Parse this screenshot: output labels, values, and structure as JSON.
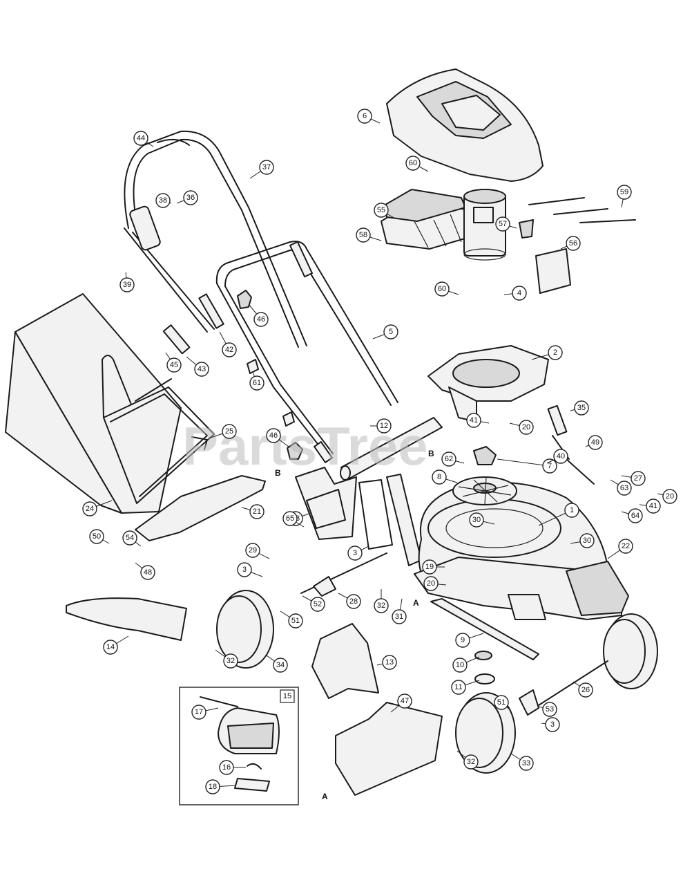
{
  "watermark": "PartsTree",
  "callouts": [
    {
      "id": "1",
      "label": "1"
    },
    {
      "id": "2",
      "label": "2"
    },
    {
      "id": "3a",
      "label": "3"
    },
    {
      "id": "3b",
      "label": "3"
    },
    {
      "id": "3c",
      "label": "3"
    },
    {
      "id": "4",
      "label": "4"
    },
    {
      "id": "5",
      "label": "5"
    },
    {
      "id": "6",
      "label": "6"
    },
    {
      "id": "7",
      "label": "7"
    },
    {
      "id": "8",
      "label": "8"
    },
    {
      "id": "9",
      "label": "9"
    },
    {
      "id": "10",
      "label": "10"
    },
    {
      "id": "11",
      "label": "11"
    },
    {
      "id": "12",
      "label": "12"
    },
    {
      "id": "13",
      "label": "13"
    },
    {
      "id": "14",
      "label": "14"
    },
    {
      "id": "15",
      "label": "15"
    },
    {
      "id": "16",
      "label": "16"
    },
    {
      "id": "17",
      "label": "17"
    },
    {
      "id": "18",
      "label": "18"
    },
    {
      "id": "19",
      "label": "19"
    },
    {
      "id": "20a",
      "label": "20"
    },
    {
      "id": "20b",
      "label": "20"
    },
    {
      "id": "20c",
      "label": "20"
    },
    {
      "id": "21",
      "label": "21"
    },
    {
      "id": "22",
      "label": "22"
    },
    {
      "id": "23",
      "label": "23"
    },
    {
      "id": "24",
      "label": "24"
    },
    {
      "id": "25",
      "label": "25"
    },
    {
      "id": "26",
      "label": "26"
    },
    {
      "id": "27",
      "label": "27"
    },
    {
      "id": "28",
      "label": "28"
    },
    {
      "id": "29",
      "label": "29"
    },
    {
      "id": "30a",
      "label": "30"
    },
    {
      "id": "30b",
      "label": "30"
    },
    {
      "id": "31",
      "label": "31"
    },
    {
      "id": "32a",
      "label": "32"
    },
    {
      "id": "32b",
      "label": "32"
    },
    {
      "id": "32c",
      "label": "32"
    },
    {
      "id": "33",
      "label": "33"
    },
    {
      "id": "34",
      "label": "34"
    },
    {
      "id": "35",
      "label": "35"
    },
    {
      "id": "36",
      "label": "36"
    },
    {
      "id": "37",
      "label": "37"
    },
    {
      "id": "38",
      "label": "38"
    },
    {
      "id": "39",
      "label": "39"
    },
    {
      "id": "40",
      "label": "40"
    },
    {
      "id": "41a",
      "label": "41"
    },
    {
      "id": "41b",
      "label": "41"
    },
    {
      "id": "42",
      "label": "42"
    },
    {
      "id": "43",
      "label": "43"
    },
    {
      "id": "44",
      "label": "44"
    },
    {
      "id": "45",
      "label": "45"
    },
    {
      "id": "46a",
      "label": "46"
    },
    {
      "id": "46b",
      "label": "46"
    },
    {
      "id": "47",
      "label": "47"
    },
    {
      "id": "48",
      "label": "48"
    },
    {
      "id": "49",
      "label": "49"
    },
    {
      "id": "50",
      "label": "50"
    },
    {
      "id": "51a",
      "label": "51"
    },
    {
      "id": "51b",
      "label": "51"
    },
    {
      "id": "52",
      "label": "52"
    },
    {
      "id": "53",
      "label": "53"
    },
    {
      "id": "54",
      "label": "54"
    },
    {
      "id": "55",
      "label": "55"
    },
    {
      "id": "56",
      "label": "56"
    },
    {
      "id": "57",
      "label": "57"
    },
    {
      "id": "58",
      "label": "58"
    },
    {
      "id": "59",
      "label": "59"
    },
    {
      "id": "60a",
      "label": "60"
    },
    {
      "id": "60b",
      "label": "60"
    },
    {
      "id": "61",
      "label": "61"
    },
    {
      "id": "62",
      "label": "62"
    },
    {
      "id": "63",
      "label": "63"
    },
    {
      "id": "64",
      "label": "64"
    },
    {
      "id": "65",
      "label": "65"
    }
  ],
  "letters": {
    "a": "A",
    "b": "B"
  },
  "inset_label": "15"
}
